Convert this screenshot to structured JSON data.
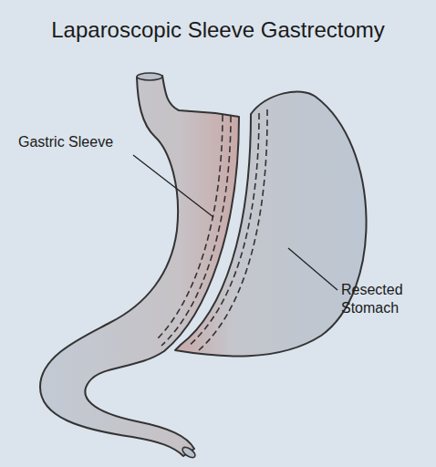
{
  "diagram": {
    "title": "Laparoscopic Sleeve Gastrectomy",
    "labels": [
      "Gastric Sleeve",
      "Resected Stomach"
    ]
  }
}
